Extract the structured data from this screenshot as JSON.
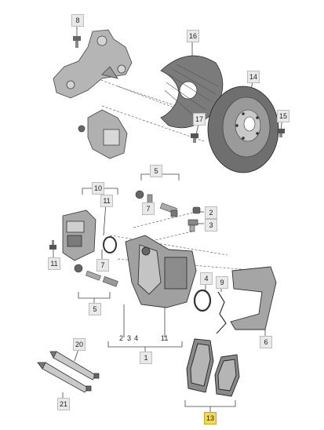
{
  "callouts": {
    "c1": "1",
    "c2": "2",
    "c3": "3",
    "c4": "4",
    "c5a": "5",
    "c5b": "5",
    "c6": "6",
    "c7": "7",
    "c8": "8",
    "c9": "9",
    "c10": "10",
    "c11a": "11",
    "c11b": "11",
    "c11c": "11",
    "c13": "13",
    "c14": "14",
    "c15": "15",
    "c16": "16",
    "c17": "17",
    "c20": "20",
    "c21": "21",
    "c2b": "2",
    "c3b": "3",
    "c4b": "4"
  },
  "colors": {
    "line": "#555555",
    "part": "#9a9a9a",
    "dark": "#444444",
    "highlight": "#f2d85a"
  }
}
